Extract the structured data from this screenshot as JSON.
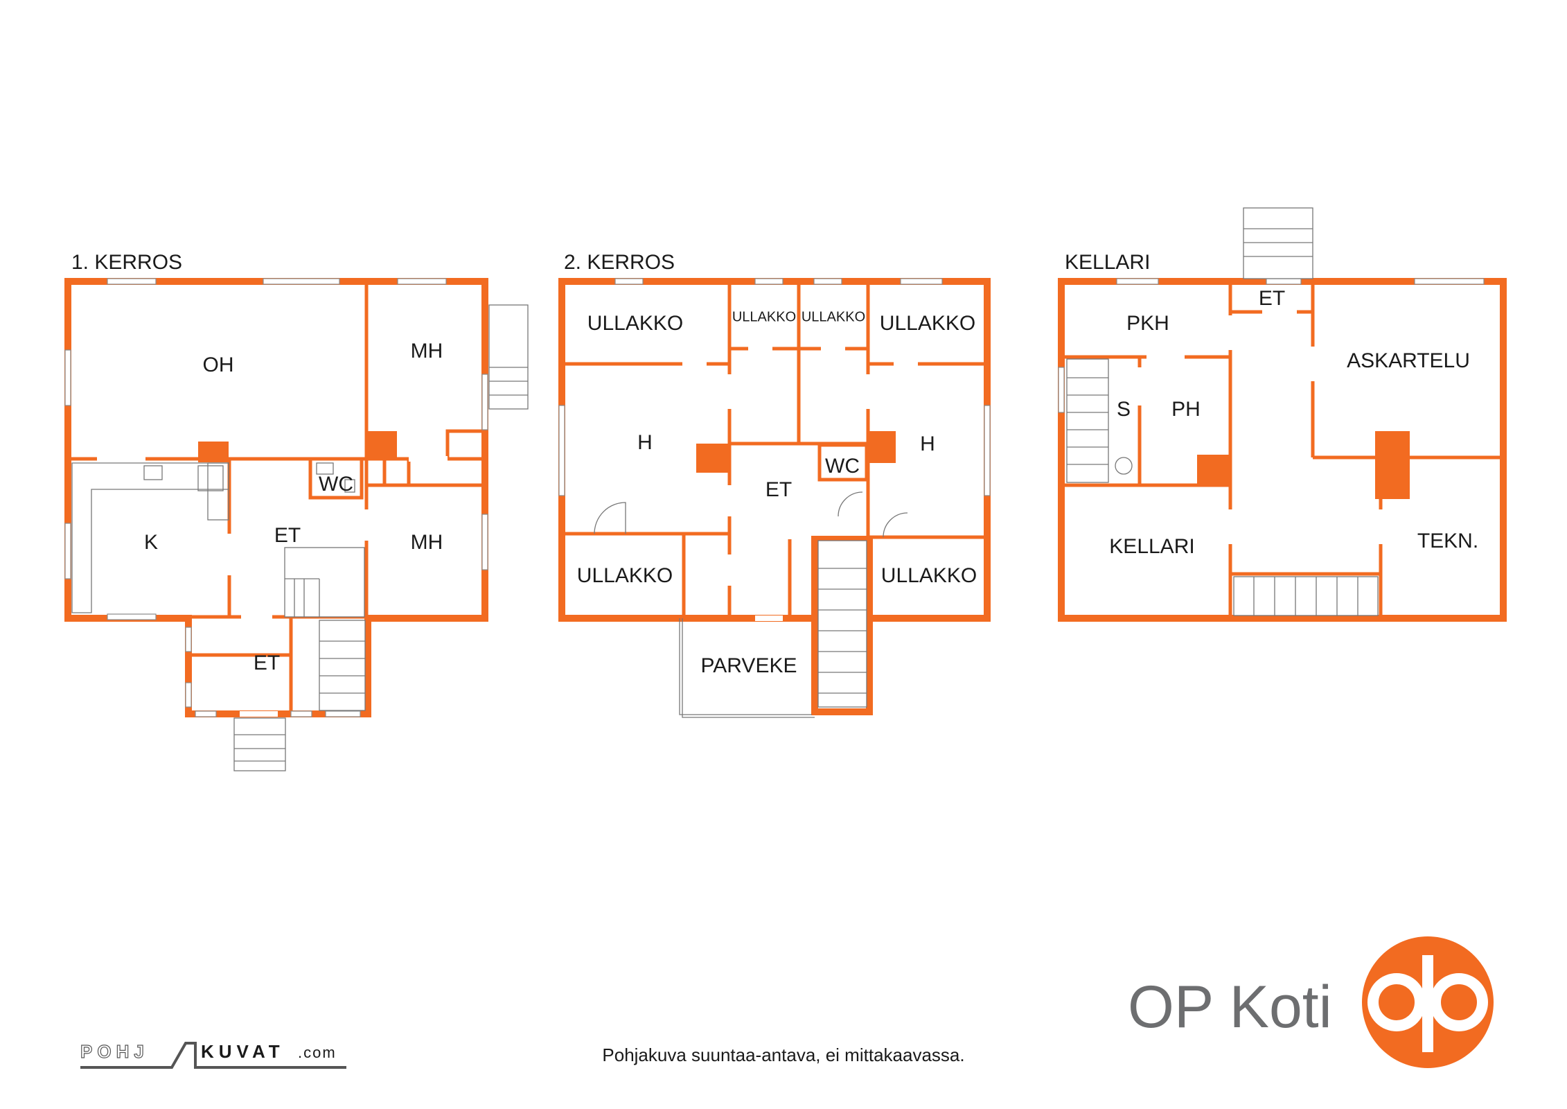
{
  "floors": [
    {
      "title": "1. KERROS",
      "rooms": [
        "OH",
        "MH",
        "K",
        "ET",
        "WC",
        "MH",
        "ET"
      ]
    },
    {
      "title": "2. KERROS",
      "rooms": [
        "ULLAKKO",
        "ULLAKKO",
        "ULLAKKO",
        "ULLAKKO",
        "H",
        "ET",
        "WC",
        "H",
        "ULLAKKO",
        "ULLAKKO",
        "PARVEKE"
      ]
    },
    {
      "title": "KELLARI",
      "rooms": [
        "PKH",
        "ET",
        "ASKARTELU",
        "S",
        "PH",
        "KELLARI",
        "TEKN."
      ]
    }
  ],
  "branding": {
    "company": "OP Koti",
    "logo_icon": "op-logo-icon",
    "accent_color": "#f26b21",
    "text_color": "#6d6e70"
  },
  "footer": {
    "disclaimer": "Pohjakuva suuntaa-antava, ei mittakaavassa.",
    "credit": {
      "part1": "POHJ",
      "part2": "KUVAT",
      "part3": ".com"
    }
  }
}
